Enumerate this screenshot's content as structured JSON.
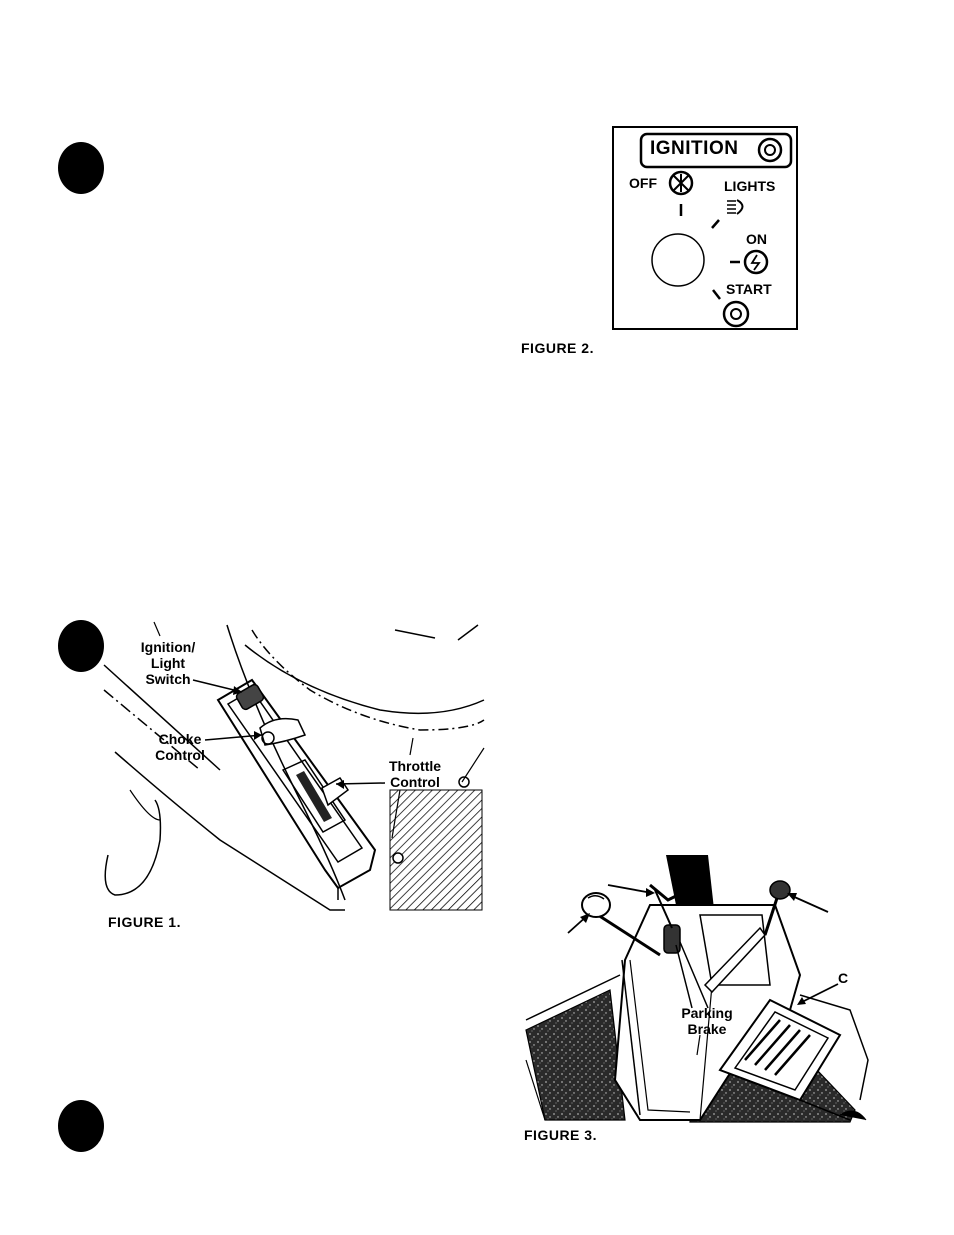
{
  "figure1": {
    "caption": "FIGURE 1.",
    "labels": {
      "ignition_line1": "Ignition/",
      "ignition_line2": "Light",
      "ignition_line3": "Switch",
      "choke_line1": "Choke",
      "choke_line2": "Control",
      "throttle_line1": "Throttle",
      "throttle_line2": "Control"
    }
  },
  "figure2": {
    "caption": "FIGURE 2.",
    "panel_title": "IGNITION",
    "positions": {
      "off": "OFF",
      "lights": "LIGHTS",
      "on": "ON",
      "start": "START"
    }
  },
  "figure3": {
    "caption": "FIGURE 3.",
    "labels": {
      "c": "C",
      "parking_line1": "Parking",
      "parking_line2": "Brake"
    }
  }
}
